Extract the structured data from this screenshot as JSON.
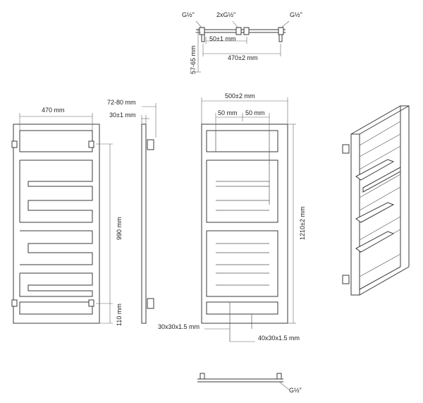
{
  "labels": {
    "top_g_left": "G½\"",
    "top_g_mid": "2xG½\"",
    "top_g_right": "G½\"",
    "top_50": "50±1 mm",
    "top_470": "470±2 mm",
    "top_5765": "57-65 mm",
    "front_470": "470 mm",
    "side_7280": "72-80 mm",
    "side_30": "30±1 mm",
    "front_990": "990 mm",
    "front_110": "110 mm",
    "rear_500": "500±2 mm",
    "rear_50a": "50 mm",
    "rear_50b": "50 mm",
    "rear_1210": "1210±2 mm",
    "tube_30": "30x30x1.5 mm",
    "tube_40": "40x30x1.5 mm",
    "bottom_g": "G½\""
  }
}
